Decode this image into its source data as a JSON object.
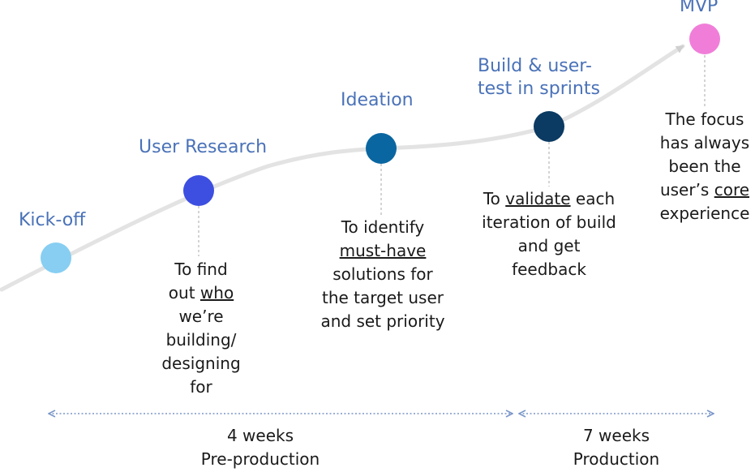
{
  "milestones": [
    {
      "id": "kickoff",
      "title_lines": [
        "Kick-off"
      ],
      "color": "#87cef2",
      "desc": []
    },
    {
      "id": "research",
      "title_lines": [
        "User Research"
      ],
      "color": "#3d4fe0",
      "desc": [
        [
          {
            "t": "To find"
          }
        ],
        [
          {
            "t": "out "
          },
          {
            "t": "who",
            "u": true
          }
        ],
        [
          {
            "t": "we’re"
          }
        ],
        [
          {
            "t": "building/"
          }
        ],
        [
          {
            "t": "designing"
          }
        ],
        [
          {
            "t": "for"
          }
        ]
      ]
    },
    {
      "id": "ideation",
      "title_lines": [
        "Ideation"
      ],
      "color": "#0a66a0",
      "desc": [
        [
          {
            "t": "To identify"
          }
        ],
        [
          {
            "t": "must-have",
            "u": true
          }
        ],
        [
          {
            "t": "solutions for"
          }
        ],
        [
          {
            "t": "the target user"
          }
        ],
        [
          {
            "t": "and set priority"
          }
        ]
      ]
    },
    {
      "id": "build",
      "title_lines": [
        "Build & user-",
        "test in sprints"
      ],
      "color": "#0b3a62",
      "desc": [
        [
          {
            "t": "To "
          },
          {
            "t": "validate",
            "u": true
          },
          {
            "t": " each"
          }
        ],
        [
          {
            "t": "iteration of build"
          }
        ],
        [
          {
            "t": "and get"
          }
        ],
        [
          {
            "t": "feedback"
          }
        ]
      ]
    },
    {
      "id": "mvp",
      "title_lines": [
        "MVP"
      ],
      "color": "#f07ed8",
      "desc": [
        [
          {
            "t": "The focus"
          }
        ],
        [
          {
            "t": "has always"
          }
        ],
        [
          {
            "t": "been the"
          }
        ],
        [
          {
            "t": "user’s "
          },
          {
            "t": "core",
            "u": true
          }
        ],
        [
          {
            "t": "experience"
          }
        ]
      ]
    }
  ],
  "phases": [
    {
      "id": "pre-production",
      "duration": "4 weeks",
      "name": "Pre-production"
    },
    {
      "id": "production",
      "duration": "7 weeks",
      "name": "Production"
    }
  ],
  "colors": {
    "label": "#4a72b8",
    "curve": "#e3e3e3",
    "arrow": "#7a96c8",
    "connector": "#aaaaaa",
    "text": "#1a1a1a"
  }
}
